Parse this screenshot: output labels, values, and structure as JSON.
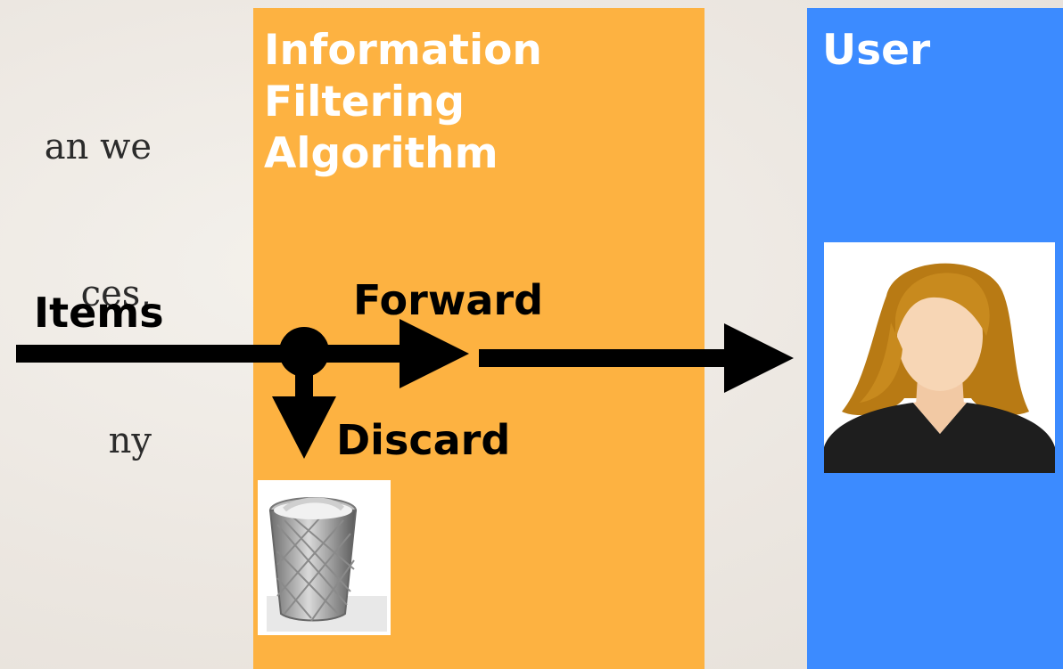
{
  "intro_text": [
    "an we",
    "ces,",
    "ny"
  ],
  "filter_box": {
    "title_lines": [
      "Information",
      "Filtering",
      "Algorithm"
    ],
    "color": "#fdb241"
  },
  "user_box": {
    "title": "User",
    "color": "#3c8bff"
  },
  "labels": {
    "items": "Items",
    "forward": "Forward",
    "discard": "Discard"
  },
  "icons": {
    "user": "woman-avatar-icon",
    "trash": "wastebasket-icon"
  }
}
